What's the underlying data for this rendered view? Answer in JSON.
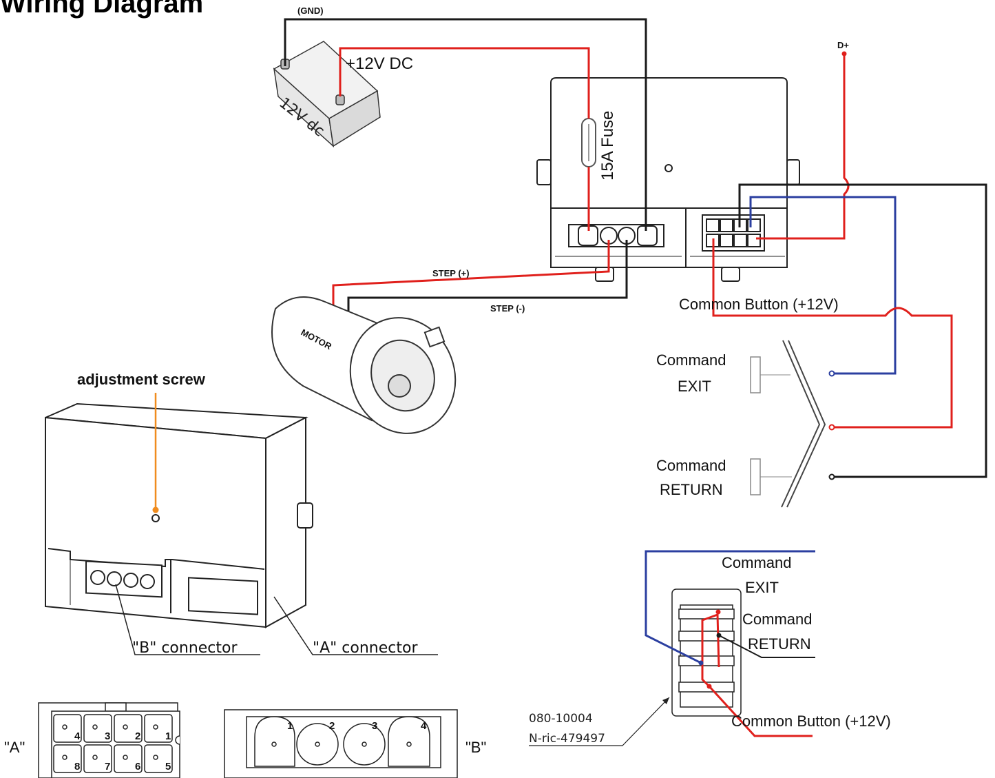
{
  "title": "Wiring Diagram",
  "labels": {
    "gnd": "(GND)",
    "plus12": "+12V DC",
    "battery": "12V dc",
    "fuse": "15A Fuse",
    "d_plus": "D+",
    "step_plus": "STEP (+)",
    "step_minus": "STEP (-)",
    "motor": "MOTOR",
    "common_button": "Common Button (+12V)",
    "command1": "Command",
    "exit": "EXIT",
    "command2": "Command",
    "return": "RETURN",
    "adjustment_screw": "adjustment screw",
    "b_connector": "\"B\" connector",
    "a_connector": "\"A\" connector",
    "switch_command_exit_1": "Command",
    "switch_exit": "EXIT",
    "switch_command_return_1": "Command",
    "switch_return": "RETURN",
    "switch_common": "Common Button (+12V)",
    "part_number": "080-10004",
    "part_ref": "N-ric-479497",
    "conn_a_tag": "\"A\"",
    "conn_b_tag": "\"B\""
  },
  "connector_a_pins": [
    "4",
    "3",
    "2",
    "1",
    "8",
    "7",
    "6",
    "5"
  ],
  "connector_b_pins": [
    "1",
    "2",
    "3",
    "4"
  ],
  "colors": {
    "red_wire": "#e0201c",
    "blue_wire": "#2b3fa0",
    "black_wire": "#1a1a1a",
    "orange_marker": "#f08c1e"
  }
}
